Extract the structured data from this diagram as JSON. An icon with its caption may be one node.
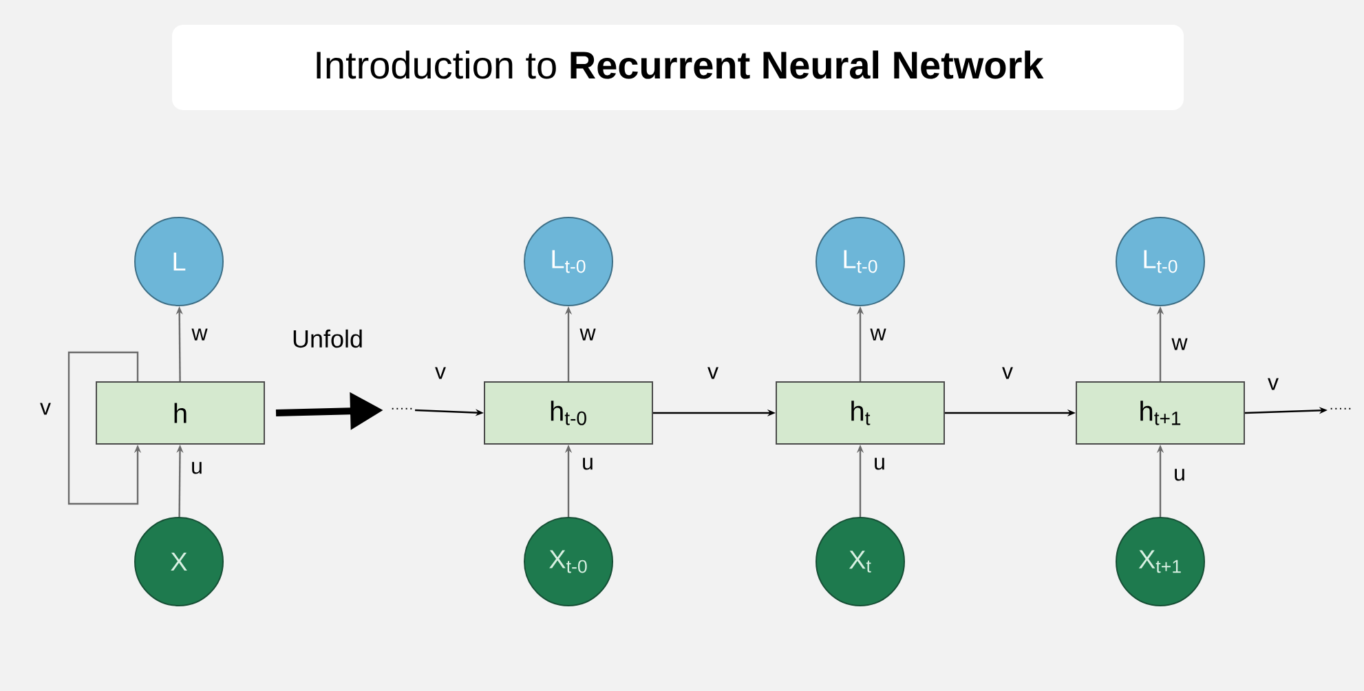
{
  "diagram": {
    "title": "Introduction to **Recurrent Neural Network**",
    "nodes": [
      {
        "text": [
          "L"
        ]
      },
      {
        "text": [
          "h"
        ]
      },
      {
        "text": [
          "X"
        ]
      },
      {
        "text": [
          "·····"
        ]
      },
      {
        "text": [
          "L$_{t-0}$"
        ]
      },
      {
        "text": [
          "h$_{t-0}$"
        ]
      },
      {
        "text": [
          "X$_{t-0}$"
        ]
      },
      {
        "text": [
          "L$_{t-0}$"
        ]
      },
      {
        "text": [
          "h$_{t}$"
        ]
      },
      {
        "text": [
          "X$_{t}$"
        ]
      },
      {
        "text": [
          "L$_{t-0}$"
        ]
      },
      {
        "text": [
          "h$_{t+1}$"
        ]
      },
      {
        "text": [
          "X$_{t+1}$"
        ]
      },
      {
        "text": [
          "·····"
        ]
      }
    ],
    "edges": [
      {
        "from": 2,
        "to": 1,
        "arrow": "to",
        "label": "u"
      },
      {
        "from": 1,
        "to": 0,
        "arrow": "to",
        "label": "w"
      },
      {
        "from": 1,
        "to": 1,
        "arrow": "to",
        "label": "v"
      },
      {
        "from": 1,
        "to": 3,
        "arrow": "to",
        "label": "Unfold",
        "style": "thick",
        "color": "#000000"
      },
      {
        "from": 3,
        "to": 5,
        "arrow": "to",
        "label": "v",
        "color": "#000000"
      },
      {
        "from": 6,
        "to": 5,
        "arrow": "to",
        "label": "u"
      },
      {
        "from": 5,
        "to": 4,
        "arrow": "to",
        "label": "w"
      },
      {
        "from": 5,
        "to": 8,
        "arrow": "to",
        "label": "v",
        "color": "#000000"
      },
      {
        "from": 9,
        "to": 8,
        "arrow": "to",
        "label": "u"
      },
      {
        "from": 8,
        "to": 7,
        "arrow": "to",
        "label": "w"
      },
      {
        "from": 8,
        "to": 11,
        "arrow": "to",
        "label": "v",
        "color": "#000000"
      },
      {
        "from": 12,
        "to": 11,
        "arrow": "to",
        "label": "u"
      },
      {
        "from": 11,
        "to": 10,
        "arrow": "to",
        "label": "w"
      },
      {
        "from": 11,
        "to": 13,
        "arrow": "to",
        "label": "v",
        "color": "#000000"
      }
    ]
  }
}
